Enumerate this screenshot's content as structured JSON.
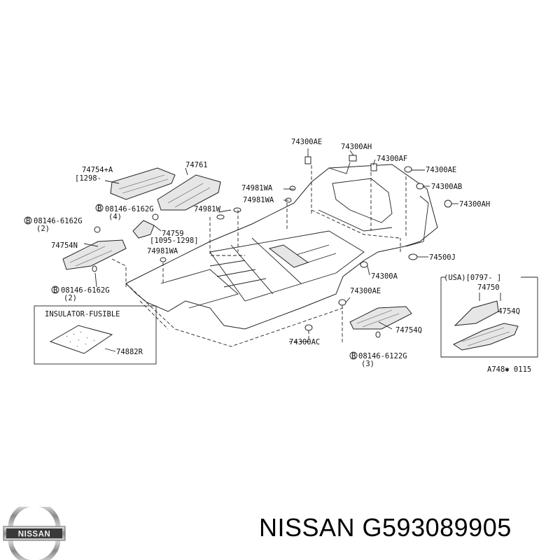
{
  "labels": {
    "p74300AE_top": "74300AE",
    "p74300AH_top": "74300AH",
    "p74300AF": "74300AF",
    "p74300AE_right": "74300AE",
    "p74300AB": "74300AB",
    "p74300AH_right": "74300AH",
    "p74500J": "74500J",
    "p74300A": "74300A",
    "p74300AE_mid": "74300AE",
    "p74754Q_main": "74754Q",
    "p74300AC": "74300AC",
    "bolt_bottom": "08146-6122G",
    "bolt_bottom_qty": "(3)",
    "p74981WA_1": "74981WA",
    "p74981WA_2": "74981WA",
    "p74981W": "74981W",
    "p74981WA_3": "74981WA",
    "p74761": "74761",
    "p74754A": "74754+A",
    "p74754A_range": "[1298-",
    "bolt_mid": "08146-6162G",
    "bolt_mid_qty": "(4)",
    "bolt_left": "08146-6162G",
    "bolt_left_qty": "(2)",
    "p74759": "74759",
    "p74759_range": "[1095-1298]",
    "p74754N": "74754N",
    "bolt_left_bottom": "08146-6162G",
    "bolt_left_bottom_qty": "(2)",
    "bolt_symbol": "B"
  },
  "insulator_box": {
    "title": "INSULATOR-FUSIBLE",
    "part": "74882R"
  },
  "usa_box": {
    "header": "(USA)[0797-        ]",
    "part_a": "74750",
    "part_b": "74754Q"
  },
  "figure_code": "A748✱ 0115",
  "brand": {
    "logo_text": "NISSAN",
    "caption": "NISSAN G593089905"
  }
}
